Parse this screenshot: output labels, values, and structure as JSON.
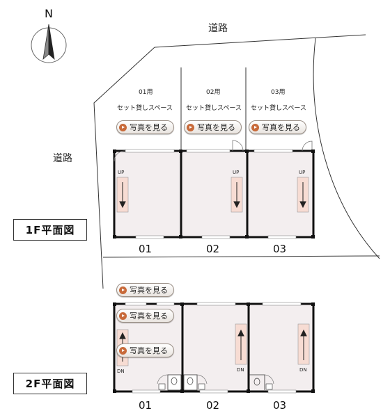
{
  "compass": {
    "north_label": "N"
  },
  "roads": {
    "top": "道路",
    "left": "道路"
  },
  "floor1": {
    "label": "1F平面図",
    "units": [
      {
        "plan_label": "01用",
        "type": "セット貸しスペース",
        "photo": "写真を見る",
        "number": "01",
        "stair_label": "UP"
      },
      {
        "plan_label": "02用",
        "type": "セット貸しスペース",
        "photo": "写真を見る",
        "number": "02",
        "stair_label": "UP"
      },
      {
        "plan_label": "03用",
        "type": "セット貸しスペース",
        "photo": "写真を見る",
        "number": "03",
        "stair_label": "UP"
      }
    ]
  },
  "floor2": {
    "label": "2F平面図",
    "photos": [
      "写真を見る",
      "写真を見る",
      "写真を見る"
    ],
    "units": [
      {
        "number": "01",
        "stair_label": "DN"
      },
      {
        "number": "02",
        "stair_label": "DN"
      },
      {
        "number": "03",
        "stair_label": "DN"
      }
    ]
  },
  "colors": {
    "floor_fill": "#f3eeef",
    "wall": "#111111",
    "photo_icon": "#c86a3a"
  }
}
